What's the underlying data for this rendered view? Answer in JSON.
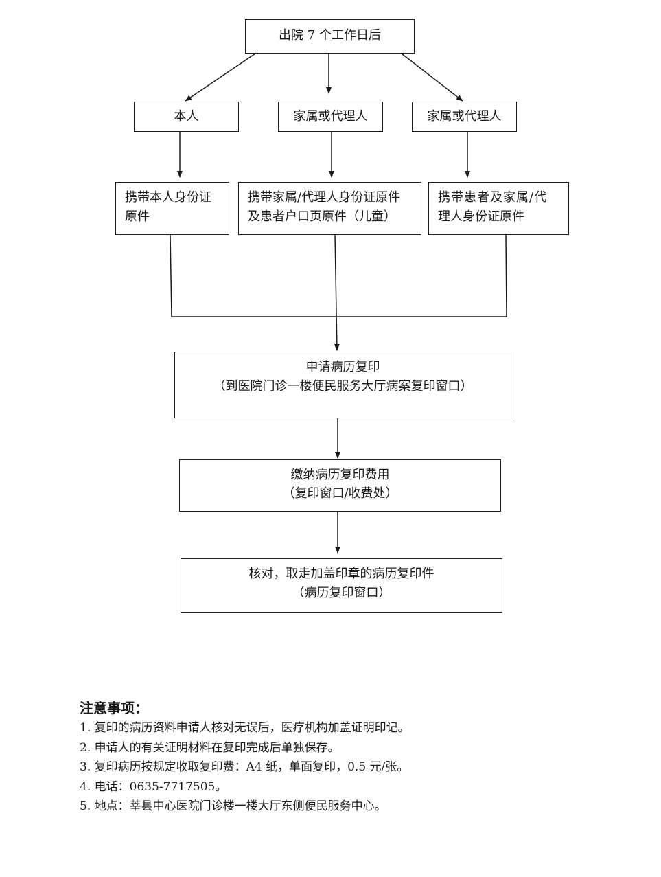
{
  "flow": {
    "start": "出院 7 个工作日后",
    "branches": [
      {
        "who": "本人",
        "docs": [
          "携带本人身份证",
          "原件"
        ]
      },
      {
        "who": "家属或代理人",
        "docs": [
          "携带家属/代理人身份证原件",
          "及患者户口页原件（儿童）"
        ]
      },
      {
        "who": "家属或代理人",
        "docs": [
          "携带患者及家属/代",
          "理人身份证原件"
        ]
      }
    ],
    "apply": {
      "title": "申请病历复印",
      "detail": "（到医院门诊一楼便民服务大厅病案复印窗口）"
    },
    "pay": {
      "title": "缴纳病历复印费用",
      "detail": "（复印窗口/收费处）"
    },
    "collect": {
      "title": "核对，取走加盖印章的病历复印件",
      "detail": "（病历复印窗口）"
    }
  },
  "notes": {
    "title": "注意事项：",
    "items": [
      "1.  复印的病历资料申请人核对无误后，医疗机构加盖证明印记。",
      "2.  申请人的有关证明材料在复印完成后单独保存。",
      "3.  复印病历按规定收取复印费：A4 纸，单面复印，0.5 元/张。",
      "4.  电话：0635-7717505。",
      "5.  地点：莘县中心医院门诊楼一楼大厅东侧便民服务中心。"
    ]
  }
}
